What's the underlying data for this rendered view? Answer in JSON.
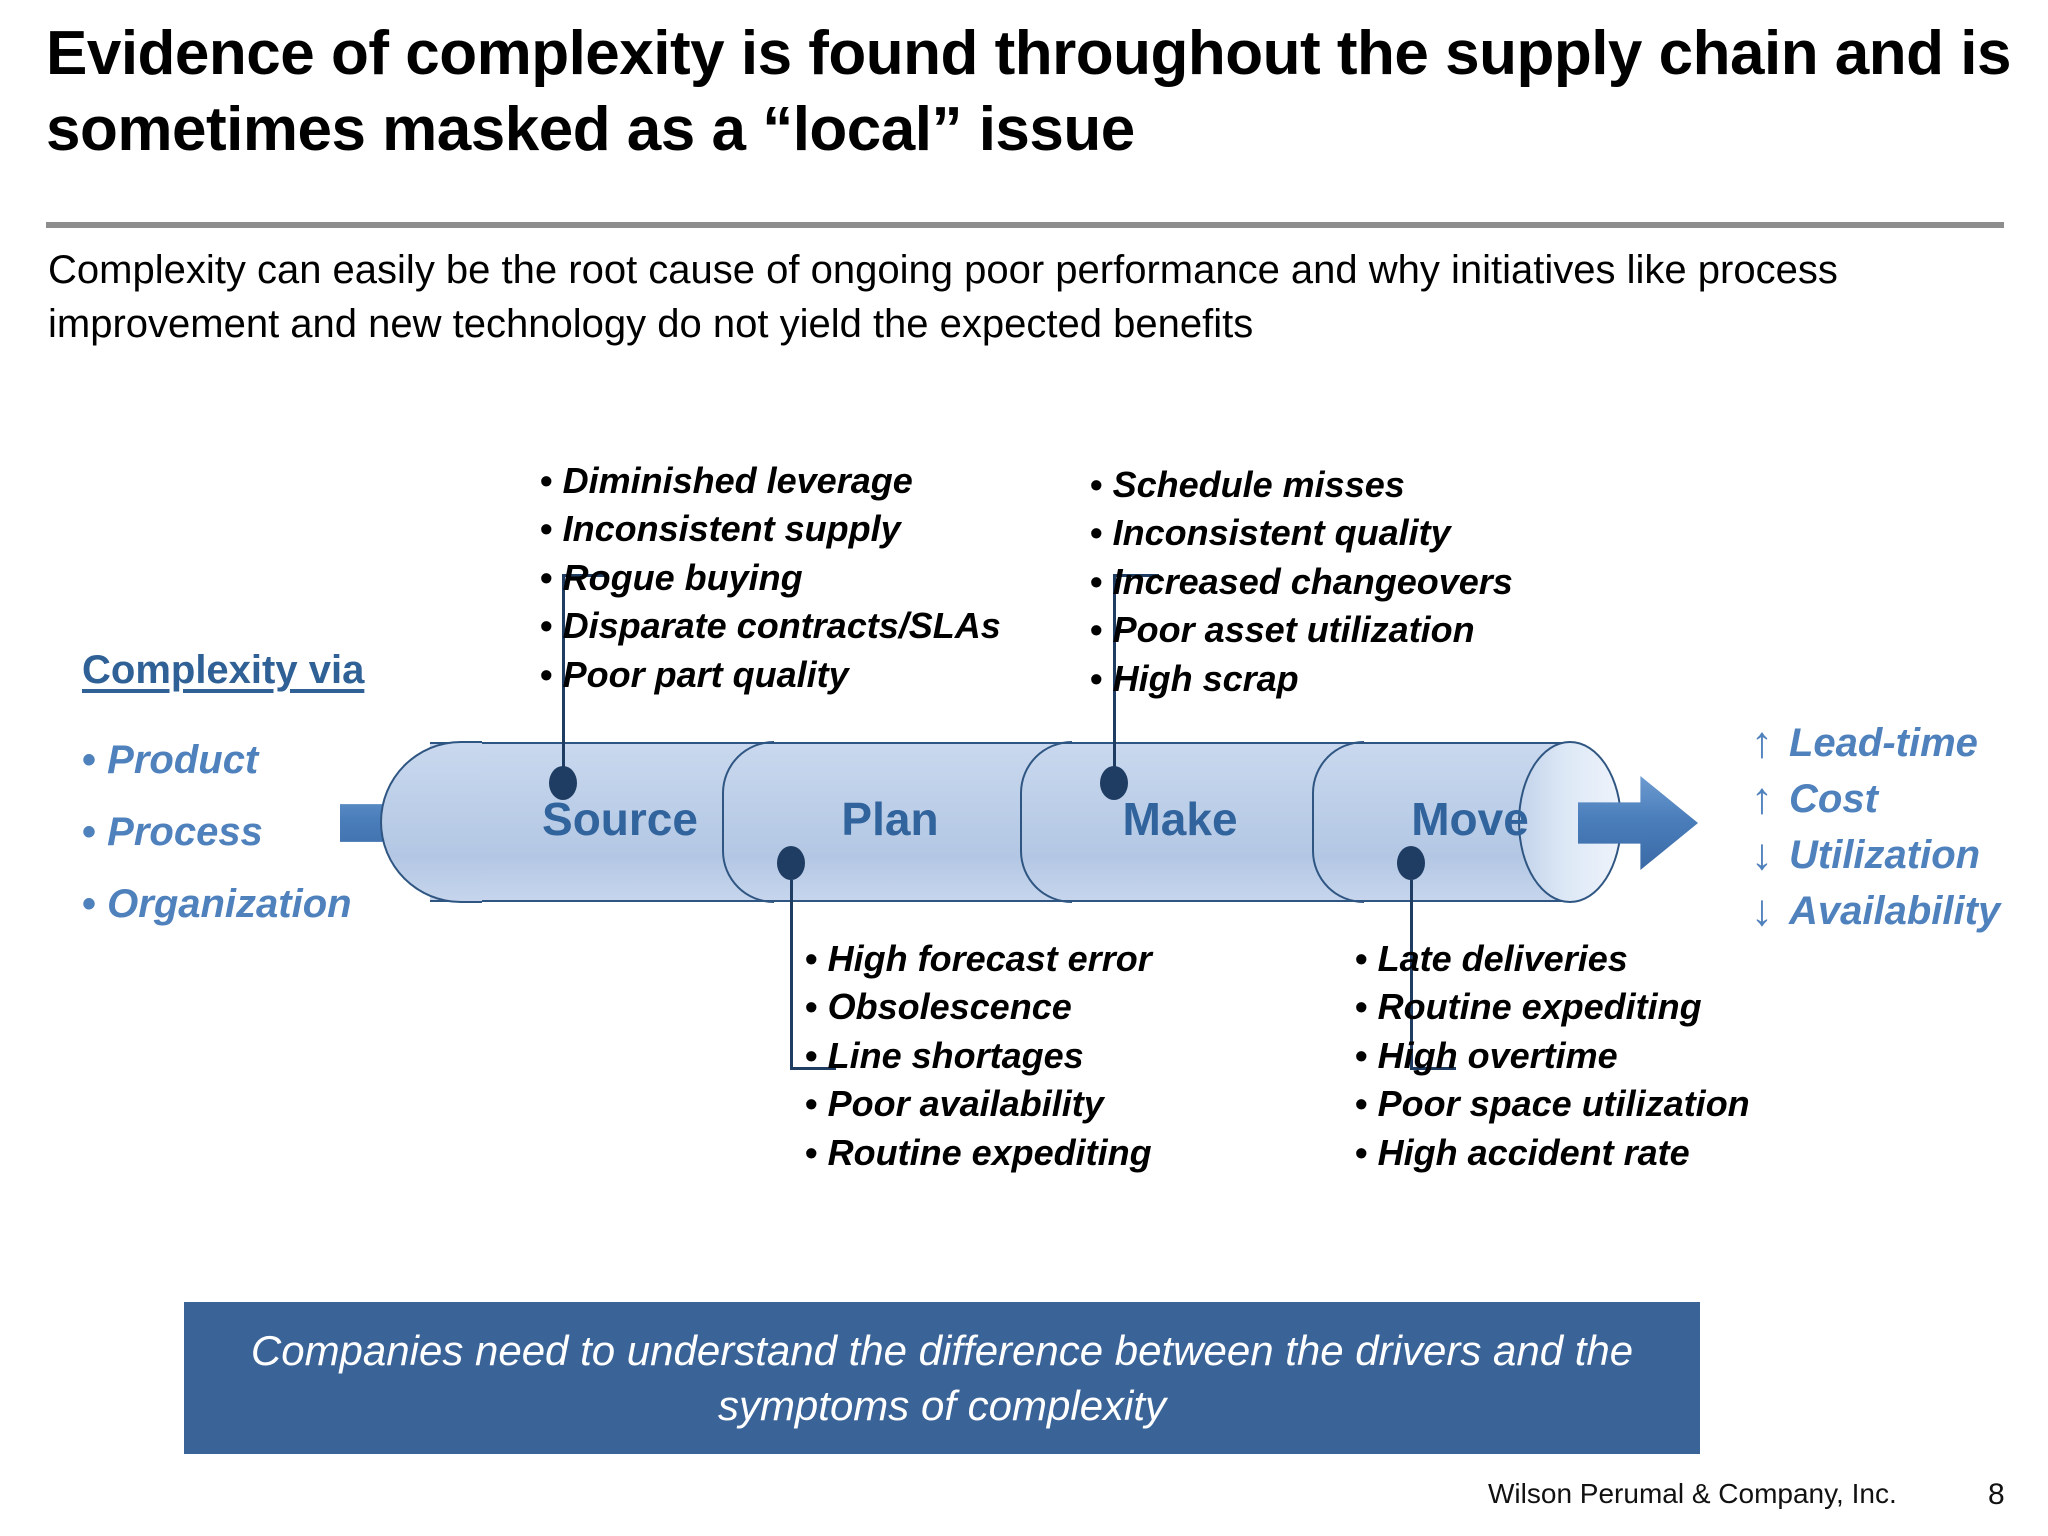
{
  "title": "Evidence of complexity is found throughout the supply chain and is sometimes masked as a “local” issue",
  "subtitle": "Complexity can easily be the root cause of ongoing poor performance and why initiatives like process improvement and new technology do not yield the expected benefits",
  "left_panel": {
    "heading": "Complexity via",
    "bullet_glyph": "•",
    "items": [
      {
        "label": "Product"
      },
      {
        "label": "Process"
      },
      {
        "label": "Organization"
      }
    ]
  },
  "pipeline": {
    "stages": [
      {
        "label": "Source"
      },
      {
        "label": "Plan"
      },
      {
        "label": "Make"
      },
      {
        "label": "Move"
      }
    ],
    "fill_color": "#bed0e9",
    "outline_color": "#2f5682",
    "label_color": "#31639c",
    "arrow_color": "#4a7ebb",
    "marker_color": "#1f3c63"
  },
  "callouts": {
    "bullet_glyph": "•",
    "source": {
      "stage": "Source",
      "items": [
        "Diminished leverage",
        "Inconsistent supply",
        "Rogue buying",
        "Disparate contracts/SLAs",
        "Poor part quality"
      ]
    },
    "make": {
      "stage": "Make",
      "items": [
        "Schedule misses",
        "Inconsistent quality",
        "Increased changeovers",
        "Poor asset utilization",
        "High scrap"
      ]
    },
    "plan": {
      "stage": "Plan",
      "items": [
        "High forecast error",
        "Obsolescence",
        "Line shortages",
        "Poor availability",
        "Routine expediting"
      ]
    },
    "move": {
      "stage": "Move",
      "items": [
        "Late deliveries",
        "Routine expediting",
        "High overtime",
        "Poor space utilization",
        "High accident rate"
      ]
    }
  },
  "outcomes": {
    "color": "#4f81bd",
    "items": [
      {
        "arrow": "↑",
        "label": "Lead-time"
      },
      {
        "arrow": "↑",
        "label": "Cost"
      },
      {
        "arrow": "↓",
        "label": "Utilization"
      },
      {
        "arrow": "↓",
        "label": "Availability"
      }
    ]
  },
  "banner": {
    "text": "Companies need to understand the difference between the drivers and the symptoms of complexity",
    "background": "#3a6398"
  },
  "footer": {
    "company": "Wilson Perumal & Company, Inc.",
    "page": "8"
  }
}
